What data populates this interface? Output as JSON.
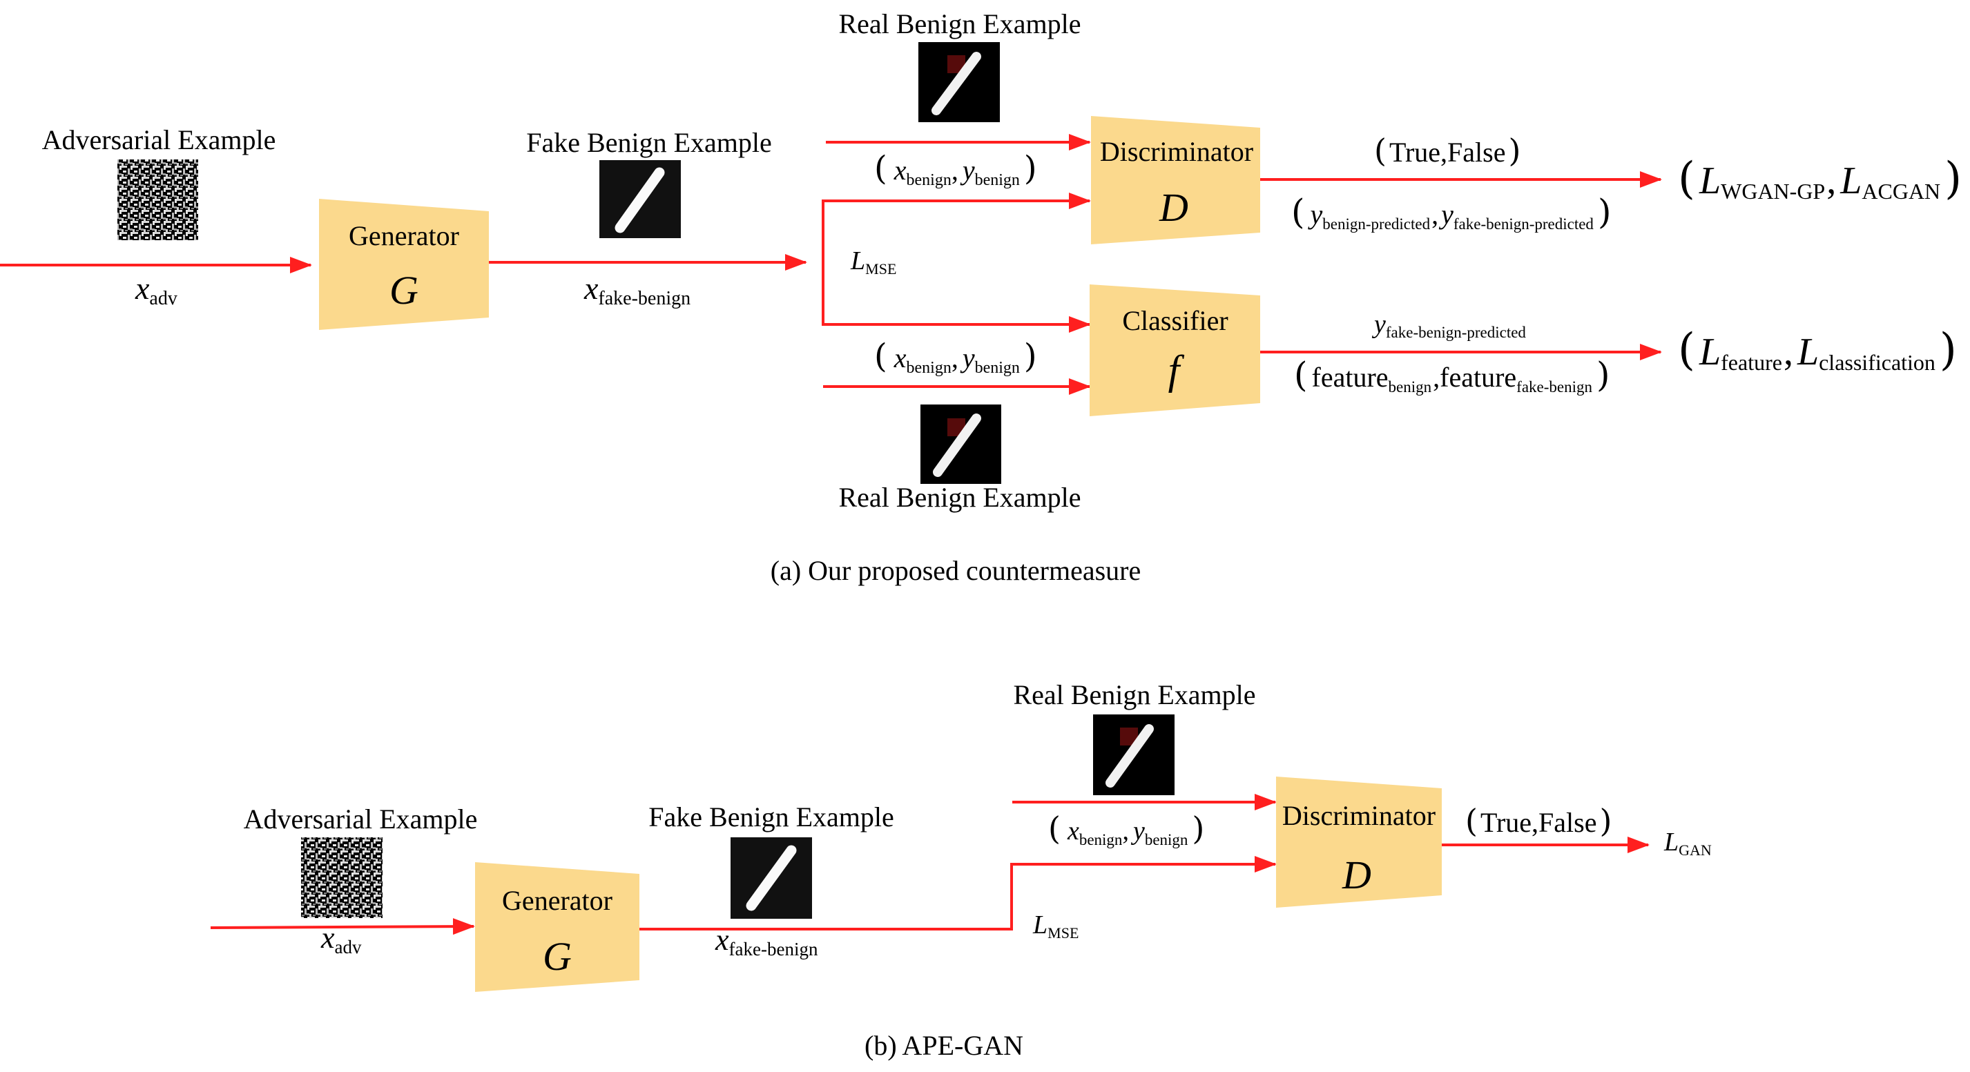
{
  "colors": {
    "arrow": "#ff1f1f",
    "block": "#fbd98d",
    "text": "#000000"
  },
  "top": {
    "caption": "(a) Our proposed countermeasure",
    "adversarial_label": "Adversarial Example",
    "fake_benign_label": "Fake Benign Example",
    "real_benign_label": "Real Benign Example",
    "x_adv": {
      "base": "x",
      "sub": "adv"
    },
    "x_fake": {
      "base": "x",
      "sub": "fake-benign"
    },
    "l_mse": {
      "base": "L",
      "sub": "MSE"
    },
    "pair": {
      "x": "x",
      "x_sub": "benign",
      "y": "y",
      "y_sub": "benign",
      "sep": ","
    },
    "generator": {
      "title": "Generator",
      "symbol": "G"
    },
    "discriminator": {
      "title": "Discriminator",
      "symbol": "D"
    },
    "classifier": {
      "title": "Classifier",
      "symbol": "f"
    },
    "true_false": "True,False",
    "pred_pair": {
      "y": "y",
      "s1": "benign-predicted",
      "sep": ",",
      "s2": "fake-benign-predicted"
    },
    "out_d": {
      "l": "L",
      "s1": "WGAN-GP",
      "sep": ",",
      "s2": "ACGAN"
    },
    "y_fake_pred": {
      "base": "y",
      "sub": "fake-benign-predicted"
    },
    "feat_pair": {
      "word": "feature",
      "s1": "benign",
      "sep": ",",
      "s2": "fake-benign"
    },
    "out_c": {
      "l": "L",
      "s1": "feature",
      "sep": ",",
      "s2": "classification"
    }
  },
  "bottom": {
    "caption": "(b) APE-GAN",
    "adversarial_label": "Adversarial Example",
    "fake_benign_label": "Fake Benign Example",
    "real_benign_label": "Real Benign Example",
    "x_adv": {
      "base": "x",
      "sub": "adv"
    },
    "x_fake": {
      "base": "x",
      "sub": "fake-benign"
    },
    "l_mse": {
      "base": "L",
      "sub": "MSE"
    },
    "pair": {
      "x": "x",
      "x_sub": "benign",
      "y": "y",
      "y_sub": "benign",
      "sep": ","
    },
    "generator": {
      "title": "Generator",
      "symbol": "G"
    },
    "discriminator": {
      "title": "Discriminator",
      "symbol": "D"
    },
    "true_false": "True,False",
    "l_gan": {
      "base": "L",
      "sub": "GAN"
    }
  }
}
